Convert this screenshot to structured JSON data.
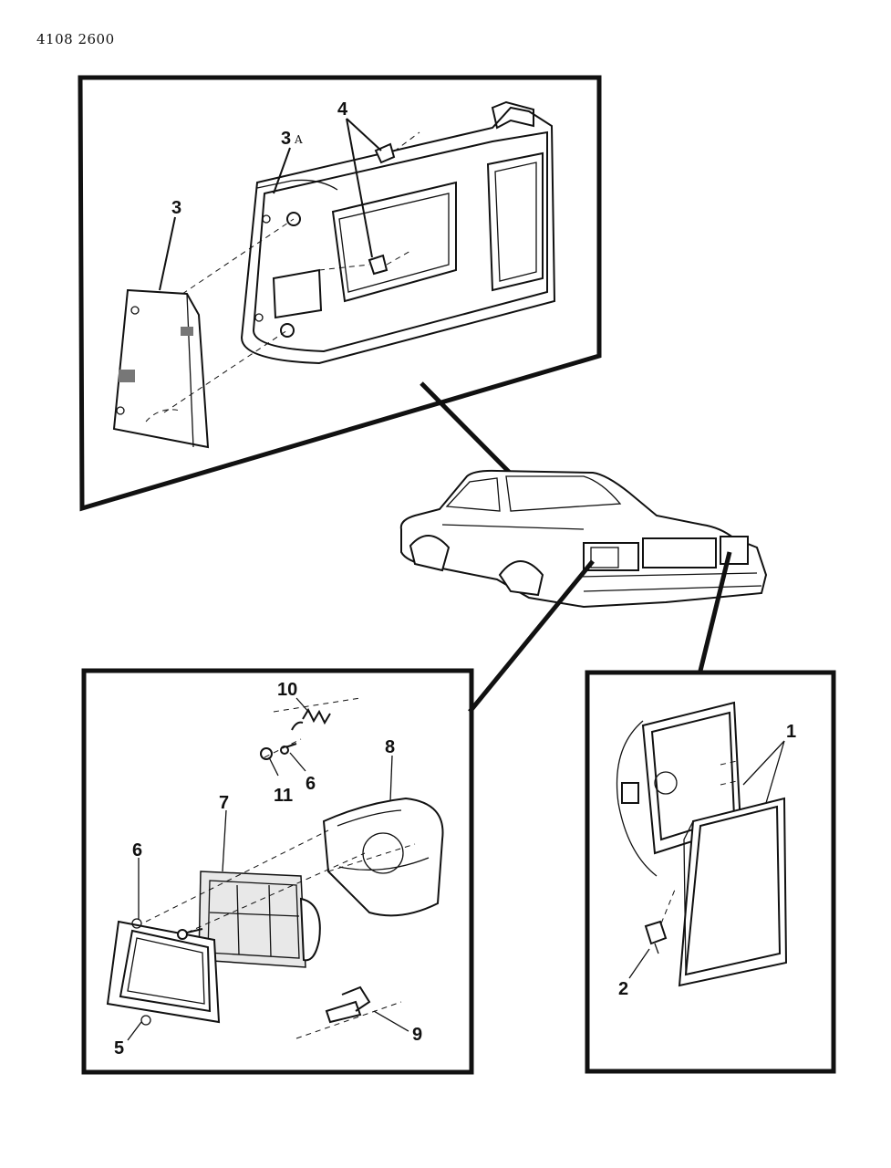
{
  "document": {
    "number": "4108 2600"
  },
  "callouts": {
    "c1": "1",
    "c2": "2",
    "c3": "3",
    "c3a_num": "3",
    "c3a_suffix": "A",
    "c4": "4",
    "c5": "5",
    "c6a": "6",
    "c6b": "6",
    "c7": "7",
    "c8": "8",
    "c9": "9",
    "c10": "10",
    "c11": "11"
  }
}
